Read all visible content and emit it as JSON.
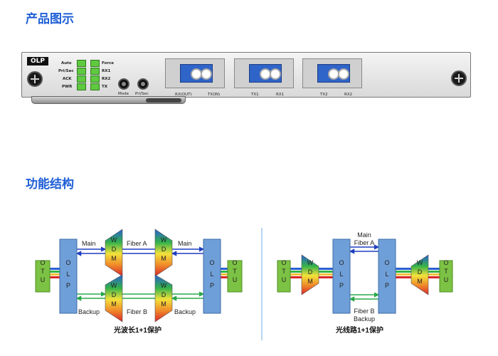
{
  "sections": {
    "product_image_title": "产品图示",
    "function_title": "功能结构"
  },
  "board": {
    "tag": "OLP",
    "led_left_labels": [
      "Auto",
      "Pri/Sec",
      "ACK",
      "PWR"
    ],
    "led_right_labels": [
      "Force",
      "RX1",
      "RX2",
      "TX"
    ],
    "knob_labels": [
      "Mode",
      "Pri/Sec"
    ],
    "ports": [
      {
        "left_label": "RX(OUT)",
        "right_label": "TX(IN)"
      },
      {
        "left_label": "TX1",
        "right_label": "RX1"
      },
      {
        "left_label": "TX2",
        "right_label": "RX2"
      }
    ],
    "led_color": "#5fc93f",
    "port_color": "#2f64c8"
  },
  "diagram": {
    "left": {
      "otu": "OTU",
      "olp": "OLP",
      "wdm": "WDM",
      "main": "Main",
      "fiber_a": "Fiber A",
      "backup": "Backup",
      "fiber_b": "Fiber B",
      "caption": "光波长1+1保护"
    },
    "right": {
      "otu": "OTU",
      "olp": "OLP",
      "wdm": "WDM",
      "main": "Main",
      "fiber_a": "Fiber A",
      "fiber_b": "Fiber B",
      "backup": "Backup",
      "caption": "光线路1+1保护"
    },
    "colors": {
      "otu_fill": "#7cc244",
      "olp_fill": "#6f9fd8",
      "main_line": "#1f3fbf",
      "backup_line": "#2aa84a",
      "divider": "#9ec7ee"
    }
  }
}
